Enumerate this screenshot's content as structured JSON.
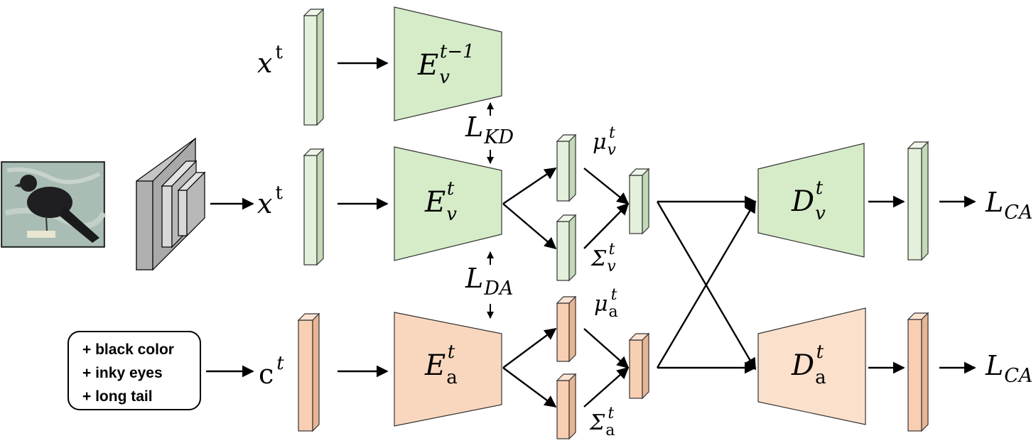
{
  "colors": {
    "visual_fill": "#d6ecc8",
    "visual_bar": "#e3f0dc",
    "attr_fill": "#f9d7be",
    "attr_bar": "#f8cfb2",
    "cnn_fill": "#c4c4c4",
    "stroke": "#000000"
  },
  "image": {
    "subject": "black bird photo",
    "icon": "bird-photo"
  },
  "attributes": {
    "line1": "+ black color",
    "line2": "+ inky eyes",
    "line3": "+ long tail"
  },
  "labels": {
    "x_top": {
      "base": "x",
      "sup": "t"
    },
    "x_mid": {
      "base": "x",
      "sup": "t"
    },
    "c": {
      "base": "c",
      "sup": "t"
    },
    "E_prev": {
      "base": "E",
      "sub": "v",
      "sup": "t−1"
    },
    "E_v": {
      "base": "E",
      "sub": "v",
      "sup": "t"
    },
    "E_a": {
      "base": "E",
      "sub": "a",
      "sup": "t"
    },
    "D_v": {
      "base": "D",
      "sub": "v",
      "sup": "t"
    },
    "D_a": {
      "base": "D",
      "sub": "a",
      "sup": "t"
    },
    "mu_v": {
      "base": "μ",
      "sub": "v",
      "sup": "t"
    },
    "sigma_v": {
      "base": "Σ",
      "sub": "v",
      "sup": "t"
    },
    "mu_a": {
      "base": "μ",
      "sub": "a",
      "sup": "t"
    },
    "sigma_a": {
      "base": "Σ",
      "sub": "a",
      "sup": "t"
    },
    "L_KD": {
      "base": "L",
      "sub": "KD"
    },
    "L_DA": {
      "base": "L",
      "sub": "DA"
    },
    "L_CA_top": {
      "base": "L",
      "sub": "CA"
    },
    "L_CA_bottom": {
      "base": "L",
      "sub": "CA"
    }
  }
}
